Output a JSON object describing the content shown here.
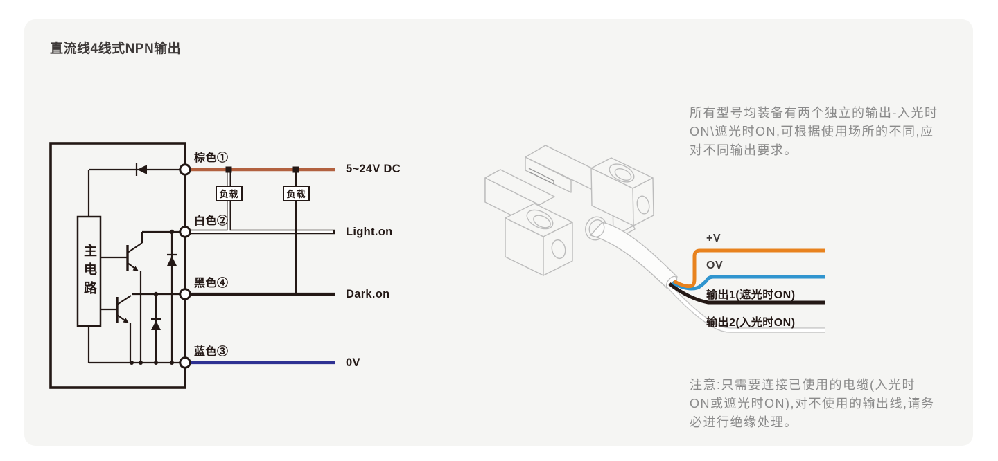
{
  "title": "直流线4线式NPN输出",
  "circuit": {
    "main_box_label": "主电路",
    "load1_label": "负载",
    "load2_label": "负载",
    "line_color": "#231815",
    "wires": [
      {
        "name": "棕色①",
        "terminal": "5~24V DC",
        "color": "#b2613f"
      },
      {
        "name": "白色②",
        "terminal": "Light.on",
        "color": "#ffffff"
      },
      {
        "name": "黑色④",
        "terminal": "Dark.on",
        "color": "#231815"
      },
      {
        "name": "蓝色③",
        "terminal": "0V",
        "color": "#2e3192"
      }
    ]
  },
  "sensor": {
    "art_color": "#bcbcbc",
    "wires": [
      {
        "label": "+V",
        "color": "#e8821e"
      },
      {
        "label": "OV",
        "color": "#3095cf"
      },
      {
        "label": "输出1(遮光时ON)",
        "color": "#231815"
      },
      {
        "label": "输出2(入光时ON)",
        "color": "#ffffff"
      }
    ]
  },
  "notes": {
    "top": "所有型号均装备有两个独立的输出-入光时\nON\\遮光时ON,可根据使用场所的不同,应\n对不同输出要求。",
    "bottom": "注意:只需要连接已使用的电缆(入光时\nON或遮光时ON),对不使用的输出线,请务\n必进行绝缘处理。"
  }
}
